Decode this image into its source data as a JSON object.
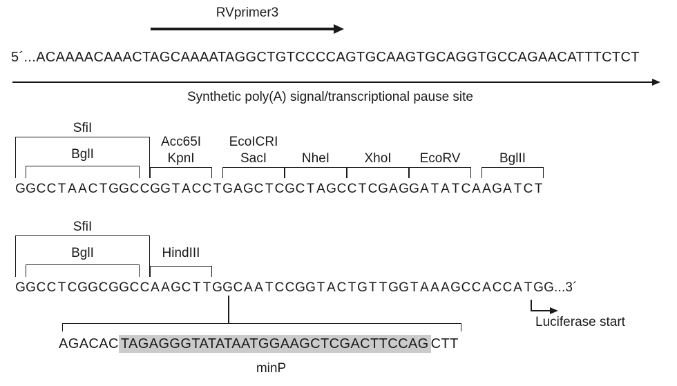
{
  "colors": {
    "ink": "#1a1a1a",
    "highlight": "#cbcbcb"
  },
  "primer": {
    "label": "RVprimer3"
  },
  "seq1": {
    "text": "5´...ACAAAACAAACTAGCAAAATAGGCTGTCCCCAGTGCAAGTGCAGGTGCCAGAACATTTCTCT"
  },
  "polyA": {
    "label": "Synthetic poly(A) signal/transcriptional pause site"
  },
  "mcs1": {
    "sequence": "GGCCTAACTGGCCGGTACCTGAGCTCGCTAGCCTCGAGGATATCAAGATCT",
    "enzymes": {
      "sfiI": "SfiI",
      "bglI": "BglI",
      "acc65I": "Acc65I",
      "kpnI": "KpnI",
      "ecoICRI": "EcoICRI",
      "sacI": "SacI",
      "nheI": "NheI",
      "xhoI": "XhoI",
      "ecoRV": "EcoRV",
      "bglII": "BglII"
    }
  },
  "mcs2": {
    "sequence": "GGCCTCGGCGGCCAAGCTTGGCAATCCGGTACTGTTGGTAAAGCCACCATGG",
    "suffix": "...3´",
    "enzymes": {
      "sfiI": "SfiI",
      "bglI": "BglI",
      "hindIII": "HindIII"
    }
  },
  "luciferase": {
    "label": "Luciferase start"
  },
  "minP": {
    "label": "minP",
    "pre": "AGACAC",
    "highlight": "TAGAGGGTATATAATGGAAGCTCGACTTCCAG",
    "post": "CTT"
  }
}
